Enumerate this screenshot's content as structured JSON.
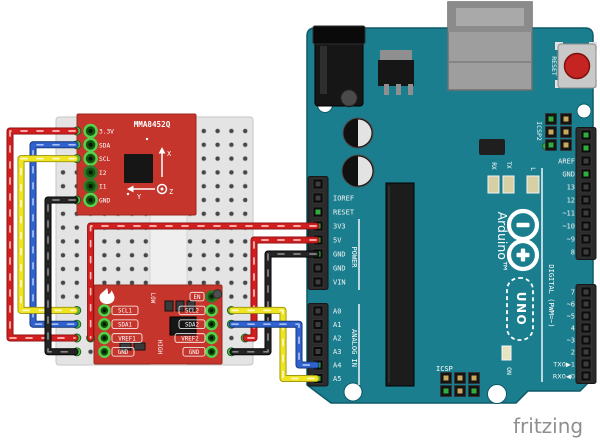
{
  "watermark": "fritzing",
  "mma_board": {
    "title": "MMA8452Q",
    "pins": [
      "3.3V",
      "SDA",
      "SCL",
      "I2",
      "I1",
      "GND"
    ],
    "axes": {
      "x": "X",
      "y": "Y",
      "z": "Z"
    }
  },
  "converter_board": {
    "left_pins": [
      "SCL1",
      "SDA1",
      "VREF1",
      "GND"
    ],
    "right_pins": [
      "EN",
      "SCL2",
      "SDA2",
      "VREF2",
      "GND"
    ],
    "low": "LOW",
    "high": "HIGH"
  },
  "arduino": {
    "brand": "Arduino™",
    "model": "UNO",
    "reset_button": "RESET",
    "icsp2": "ICSP2",
    "icsp": "ICSP",
    "on": "ON",
    "rx": "RX",
    "tx": "TX",
    "led": "L",
    "power_group": "POWER",
    "analog_group": "ANALOG IN",
    "digital_group": "DIGITAL (PWM=~)",
    "power_pins": [
      "IOREF",
      "RESET",
      "3V3",
      "5V",
      "GND",
      "GND",
      "VIN"
    ],
    "analog_pins": [
      "A0",
      "A1",
      "A2",
      "A3",
      "A4",
      "A5"
    ],
    "digital_pins_top": [
      "AREF",
      "GND",
      "13",
      "12",
      "~11",
      "~10",
      "~9",
      "8"
    ],
    "digital_pins_bottom": [
      "7",
      "~6",
      "~5",
      "4",
      "~3",
      "2",
      "TX0▶1",
      "RX0◀0"
    ]
  },
  "wires": [
    {
      "color": "red",
      "from": "MMA8452Q 3.3V",
      "to": "VREF1"
    },
    {
      "color": "blue",
      "from": "MMA8452Q SDA",
      "to": "SDA1"
    },
    {
      "color": "yellow",
      "from": "MMA8452Q SCL",
      "to": "SCL1"
    },
    {
      "color": "black",
      "from": "MMA8452Q GND",
      "to": "GND low side"
    },
    {
      "color": "red",
      "from": "Arduino 3V3",
      "to": "VREF1"
    },
    {
      "color": "red",
      "from": "Arduino 5V",
      "to": "VREF2"
    },
    {
      "color": "black",
      "from": "Arduino GND",
      "to": "GND high side"
    },
    {
      "color": "yellow",
      "from": "SCL2",
      "to": "Arduino A5"
    },
    {
      "color": "blue",
      "from": "SDA2",
      "to": "Arduino A4"
    }
  ],
  "colors": {
    "arduino_teal": "#1a7e8f",
    "board_red": "#c6352c",
    "wire_red": "#d11f1f",
    "wire_yellow": "#efe421",
    "wire_blue": "#2f62cf",
    "wire_black": "#242424",
    "breadboard": "#e4e4e4"
  }
}
